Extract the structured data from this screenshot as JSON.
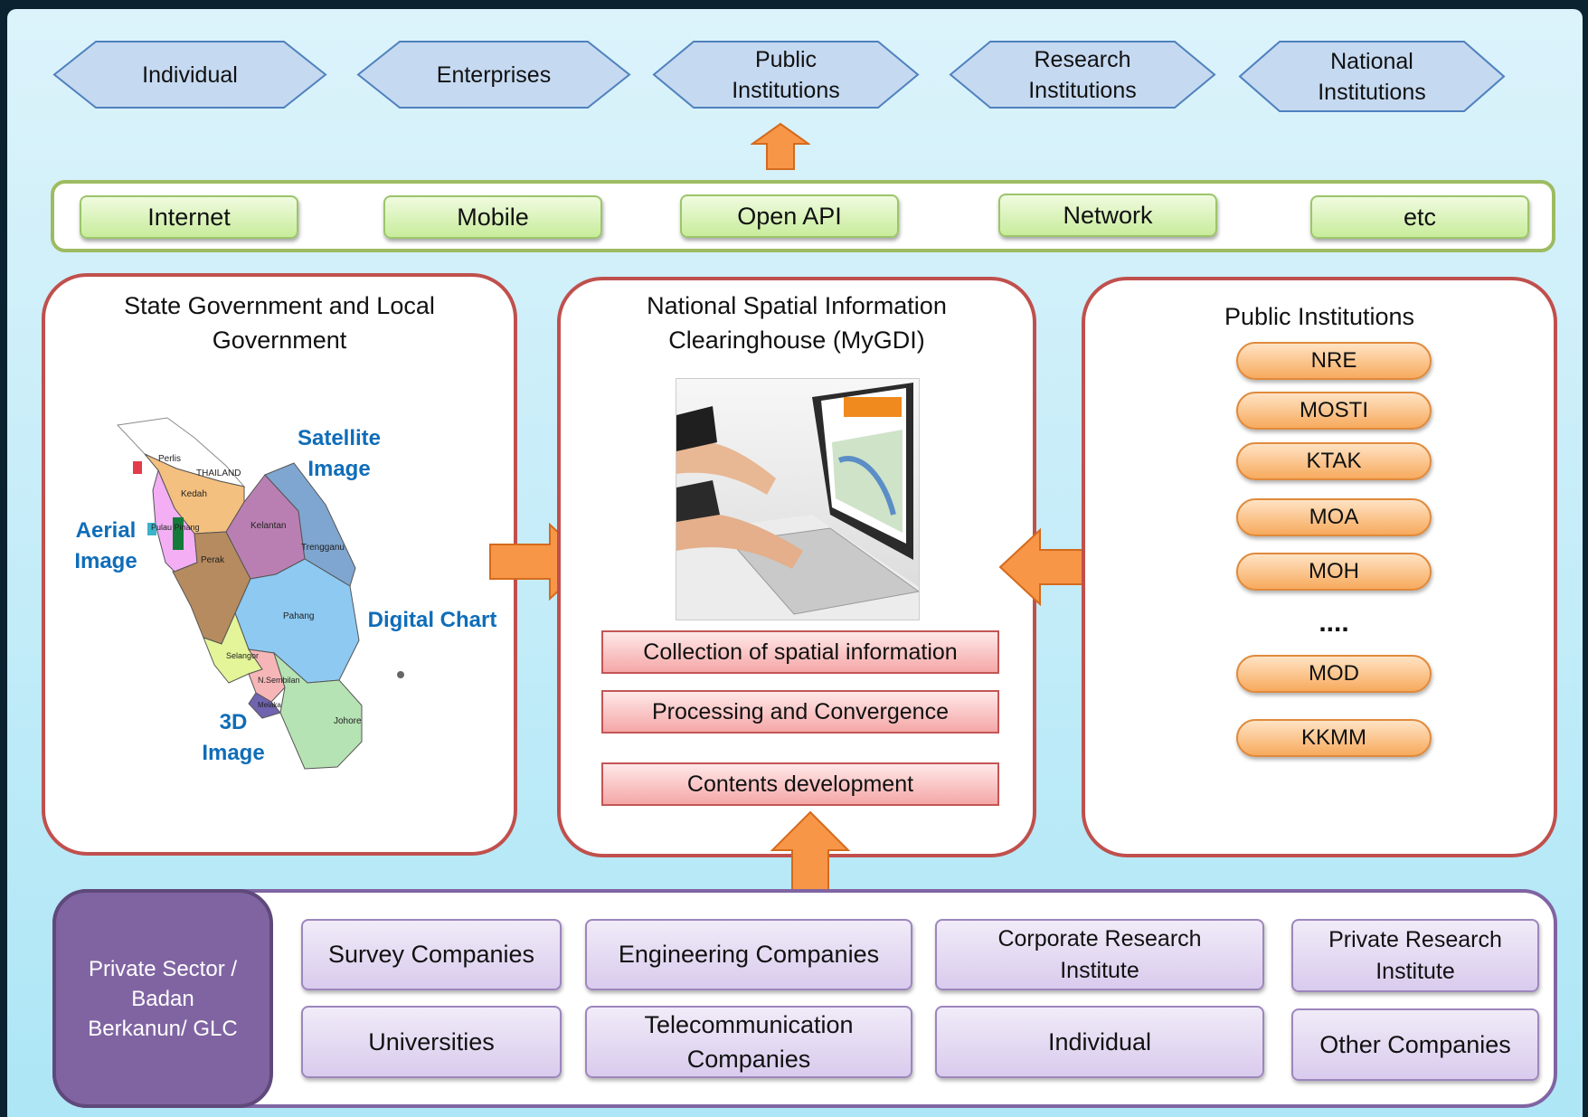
{
  "top_users": [
    "Individual",
    "Enterprises",
    "Public\nInstitutions",
    "Research\nInstitutions",
    "National\nInstitutions"
  ],
  "channels": [
    "Internet",
    "Mobile",
    "Open API",
    "Network",
    "etc"
  ],
  "state_box": {
    "title": "State Government and Local\nGovernment",
    "map_labels": {
      "satellite": "Satellite\nImage",
      "aerial": "Aerial\nImage",
      "digital": "Digital Chart",
      "threed": "3D\nImage"
    },
    "regions": [
      "Perlis",
      "THAILAND",
      "Kedah",
      "Pulau Pinang",
      "Kelantan",
      "Trengganu",
      "Perak",
      "Pahang",
      "Selangor",
      "N.Sembilan",
      "Melaka",
      "Johore"
    ]
  },
  "clearinghouse": {
    "title": "National Spatial Information\nClearinghouse (MyGDI)",
    "steps": [
      "Collection of spatial information",
      "Processing and Convergence",
      "Contents development"
    ]
  },
  "public_institutions": {
    "title": "Public Institutions",
    "items": [
      "NRE",
      "MOSTI",
      "KTAK",
      "MOA",
      "MOH"
    ],
    "ellipsis": "....",
    "items_after": [
      "MOD",
      "KKMM"
    ]
  },
  "private_sector": {
    "label": "Private Sector /\nBadan\nBerkanun/ GLC",
    "companies": [
      "Survey Companies",
      "Engineering Companies",
      "Corporate Research\nInstitute",
      "Private Research\nInstitute",
      "Universities",
      "Telecommunication\nCompanies",
      "Individual",
      "Other Companies"
    ]
  },
  "colors": {
    "hex_fill": "#c5d9f1",
    "hex_stroke": "#4f81bd",
    "green_border": "#9dbb61",
    "red_border": "#c0504d",
    "orange_arrow": "#f79646",
    "purple": "#8064a2",
    "blue_text": "#0f6db8"
  }
}
